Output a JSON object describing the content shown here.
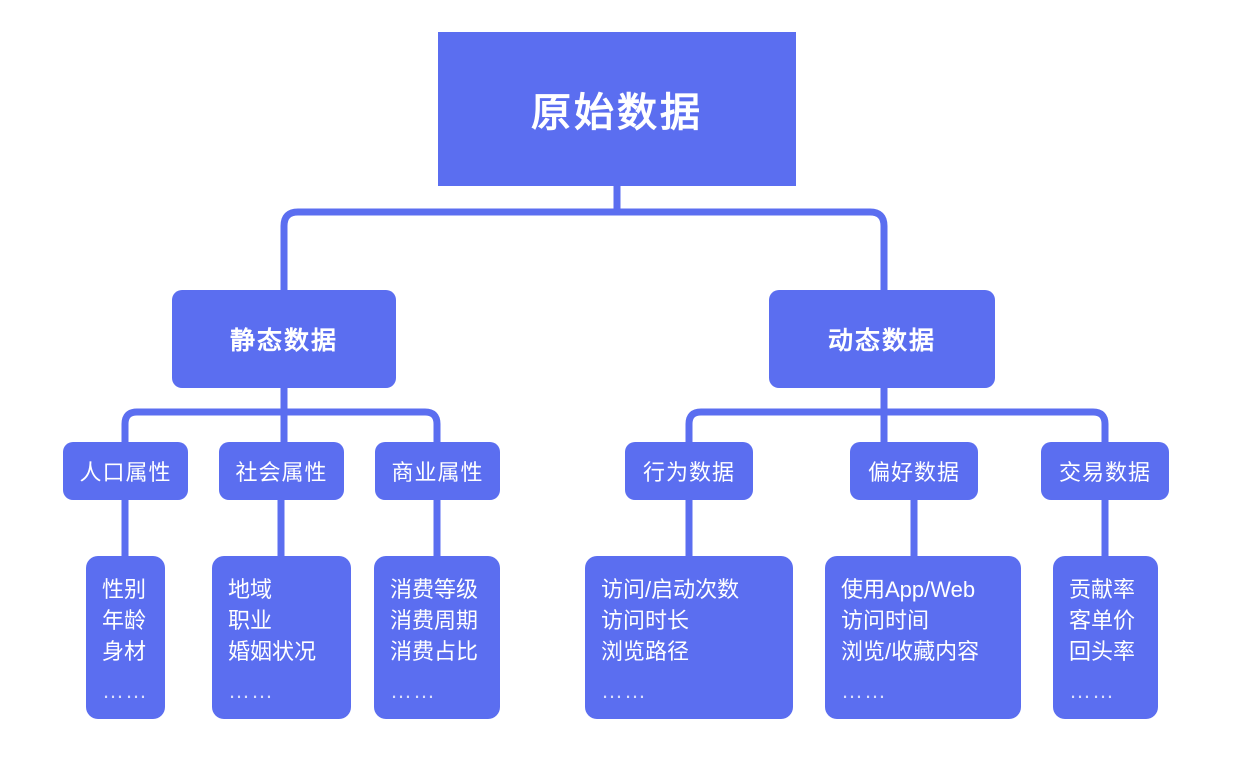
{
  "theme": {
    "background": "#ffffff",
    "node_fill": "#5b6ef0",
    "connector_color": "#5b6ef0",
    "text_color": "#ffffff",
    "ellipsis_color": "rgba(255,255,255,0.78)"
  },
  "diagram": {
    "type": "tree",
    "title": "原始数据",
    "root": {
      "id": "root",
      "label": "原始数据"
    },
    "branches": [
      {
        "id": "static",
        "label": "静态数据",
        "children": [
          {
            "id": "demographic",
            "label": "人口属性",
            "leaf": {
              "id": "demographic-items",
              "lines": [
                "性别",
                "年龄",
                "身材"
              ],
              "ellipsis": "……"
            }
          },
          {
            "id": "social",
            "label": "社会属性",
            "leaf": {
              "id": "social-items",
              "lines": [
                "地域",
                "职业",
                "婚姻状况"
              ],
              "ellipsis": "……"
            }
          },
          {
            "id": "commercial",
            "label": "商业属性",
            "leaf": {
              "id": "commercial-items",
              "lines": [
                "消费等级",
                "消费周期",
                "消费占比"
              ],
              "ellipsis": "……"
            }
          }
        ]
      },
      {
        "id": "dynamic",
        "label": "动态数据",
        "children": [
          {
            "id": "behavior",
            "label": "行为数据",
            "leaf": {
              "id": "behavior-items",
              "lines": [
                "访问/启动次数",
                "访问时长",
                "浏览路径"
              ],
              "ellipsis": "……"
            }
          },
          {
            "id": "preference",
            "label": "偏好数据",
            "leaf": {
              "id": "preference-items",
              "lines": [
                "使用App/Web",
                "访问时间",
                "浏览/收藏内容"
              ],
              "ellipsis": "……"
            }
          },
          {
            "id": "transaction",
            "label": "交易数据",
            "leaf": {
              "id": "transaction-items",
              "lines": [
                "贡献率",
                "客单价",
                "回头率"
              ],
              "ellipsis": "……"
            }
          }
        ]
      }
    ]
  },
  "nodes": {
    "root": {
      "label": "原始数据"
    },
    "static": {
      "label": "静态数据"
    },
    "dynamic": {
      "label": "动态数据"
    },
    "demographic": {
      "label": "人口属性"
    },
    "social": {
      "label": "社会属性"
    },
    "commercial": {
      "label": "商业属性"
    },
    "behavior": {
      "label": "行为数据"
    },
    "preference": {
      "label": "偏好数据"
    },
    "transaction": {
      "label": "交易数据"
    },
    "demographic_items": {
      "l1": "性别",
      "l2": "年龄",
      "l3": "身材",
      "more": "……"
    },
    "social_items": {
      "l1": "地域",
      "l2": "职业",
      "l3": "婚姻状况",
      "more": "……"
    },
    "commercial_items": {
      "l1": "消费等级",
      "l2": "消费周期",
      "l3": "消费占比",
      "more": "……"
    },
    "behavior_items": {
      "l1": "访问/启动次数",
      "l2": "访问时长",
      "l3": "浏览路径",
      "more": "……"
    },
    "preference_items": {
      "l1": "使用App/Web",
      "l2": "访问时间",
      "l3": "浏览/收藏内容",
      "more": "……"
    },
    "transaction_items": {
      "l1": "贡献率",
      "l2": "客单价",
      "l3": "回头率",
      "more": "……"
    }
  }
}
